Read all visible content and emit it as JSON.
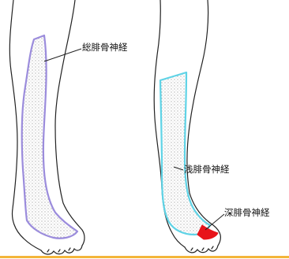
{
  "labels": {
    "common_peroneal": "総腓骨神経",
    "superficial_peroneal": "浅腓骨神経",
    "deep_peroneal": "深腓骨神経"
  },
  "colors": {
    "common_peroneal_region": "#9b8cdc",
    "superficial_peroneal_region": "#5fd3e6",
    "deep_peroneal_region": "#e8141a",
    "outline": "#222222",
    "bottom_rule": "#f3b53a"
  }
}
